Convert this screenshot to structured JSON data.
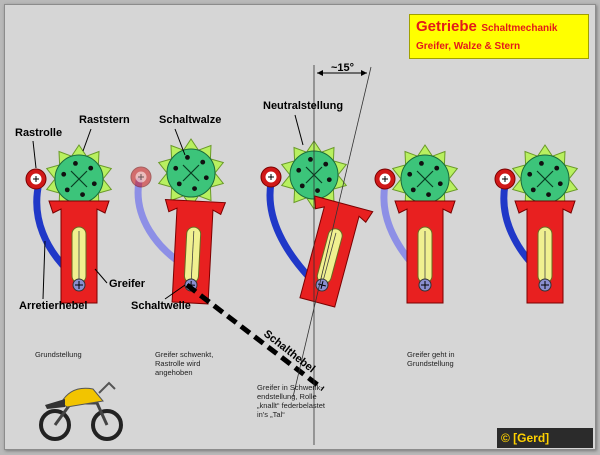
{
  "title": {
    "main": "Getriebe",
    "sub": "Schaltmechanik",
    "line2": "Greifer, Walze & Stern"
  },
  "angle_label": "~15°",
  "labels": {
    "rastrolle": "Rastrolle",
    "raststern": "Raststern",
    "schaltwalze": "Schaltwalze",
    "neutralstellung": "Neutralstellung",
    "greifer": "Greifer",
    "arretierhebel": "Arretierhebel",
    "schaltwelle": "Schaltwelle",
    "schalthebel": "Schalthebel"
  },
  "captions": {
    "stage1": [
      "Grundstellung"
    ],
    "stage2": [
      "Greifer schwenkt,",
      "Rastrolle wird",
      "angehoben"
    ],
    "stage3": [
      "Greifer in Schwenk-",
      "endstellung, Rolle",
      "„knallt“ federbelastet",
      "in's „Tal“"
    ],
    "stage4": [
      "Greifer geht in",
      "Grundstellung"
    ]
  },
  "credit": "© [Gerd]",
  "colors": {
    "background": "#d6d6d6",
    "star": "#b8f060",
    "drum": "#3cc47a",
    "gripper": "#e82020",
    "lever": "#2038c8",
    "roller": "#d01818",
    "slot": "#f0f090",
    "title_bg": "#ffff00",
    "title_text": "#e31a1a",
    "schaltwalze_label": "#3a9a3a"
  }
}
